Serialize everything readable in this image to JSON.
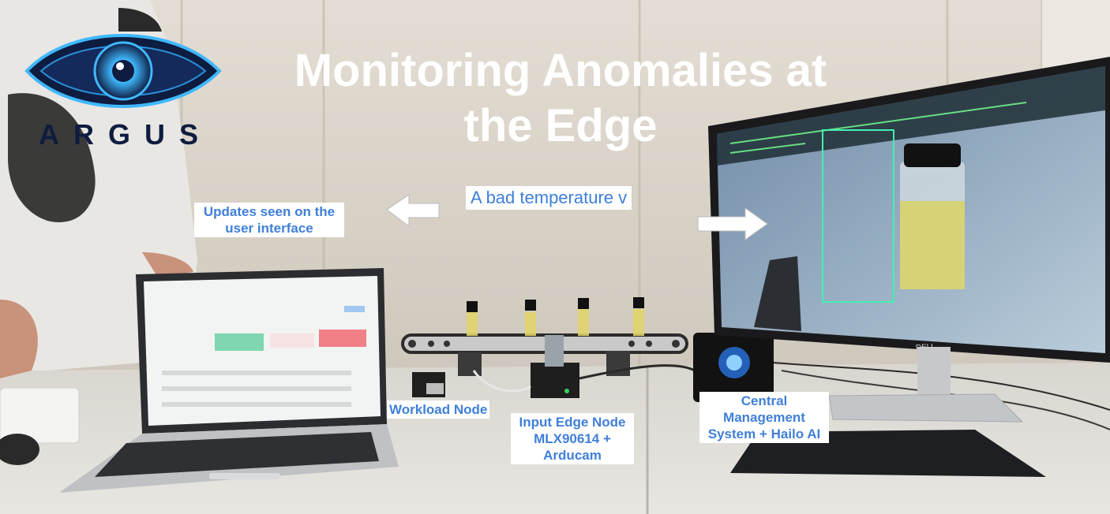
{
  "title": {
    "line1": "Monitoring Anomalies at",
    "line2": "the Edge"
  },
  "logo": {
    "text": "ARGUS",
    "icon": "eye-icon"
  },
  "callout": {
    "text": "A bad temperature v"
  },
  "labels": {
    "ui_updates_line1": "Updates seen on the",
    "ui_updates_line2": "user interface",
    "workload": "Workload Node",
    "input_line1": "Input Edge Node",
    "input_line2": "MLX90614 +",
    "input_line3": "Arducam",
    "central_line1": "Central",
    "central_line2": "Management",
    "central_line3": "System + Hailo AI"
  },
  "monitor_brand": "DELL",
  "colors": {
    "label_text": "#3f7fd9",
    "title_text": "#ffffff",
    "logo_dark": "#0e1c40",
    "logo_glow": "#3fb8ff"
  }
}
